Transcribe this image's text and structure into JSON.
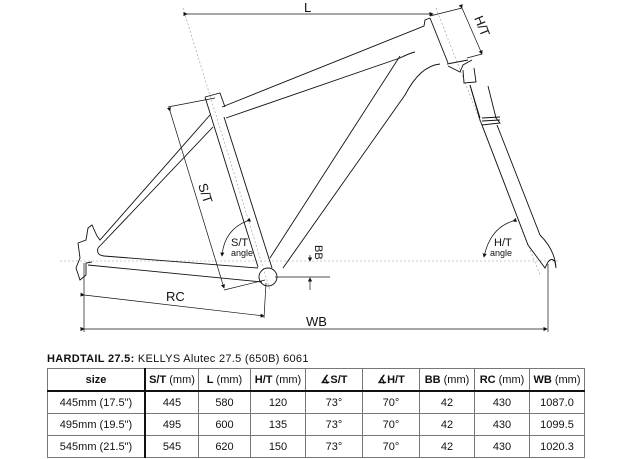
{
  "diagram": {
    "labels": {
      "L": "L",
      "HT": "H/T",
      "ST": "S/T",
      "ST_angle": "S/T",
      "ST_angle_word": "angle",
      "HT_angle": "H/T",
      "HT_angle_word": "angle",
      "BB": "BB",
      "RC": "RC",
      "WB": "WB"
    }
  },
  "title": {
    "model": "HARDTAIL 27.5",
    "separator": ":",
    "subtitle": " KELLYS Alutec 27.5 (650B) 6061"
  },
  "table": {
    "headers": [
      {
        "bold": "size",
        "unit": ""
      },
      {
        "bold": "S/T",
        "unit": " (mm)"
      },
      {
        "bold": "L",
        "unit": " (mm)"
      },
      {
        "bold": "H/T",
        "unit": " (mm)"
      },
      {
        "bold": "∡S/T",
        "unit": ""
      },
      {
        "bold": "∡H/T",
        "unit": ""
      },
      {
        "bold": "BB",
        "unit": " (mm)"
      },
      {
        "bold": "RC",
        "unit": " (mm)"
      },
      {
        "bold": "WB",
        "unit": " (mm)"
      }
    ],
    "rows": [
      [
        "445mm (17.5\")",
        "445",
        "580",
        "120",
        "73°",
        "70°",
        "42",
        "430",
        "1087.0"
      ],
      [
        "495mm (19.5\")",
        "495",
        "600",
        "135",
        "73°",
        "70°",
        "42",
        "430",
        "1099.5"
      ],
      [
        "545mm (21.5\")",
        "545",
        "620",
        "150",
        "73°",
        "70°",
        "42",
        "430",
        "1020.3"
      ]
    ]
  }
}
